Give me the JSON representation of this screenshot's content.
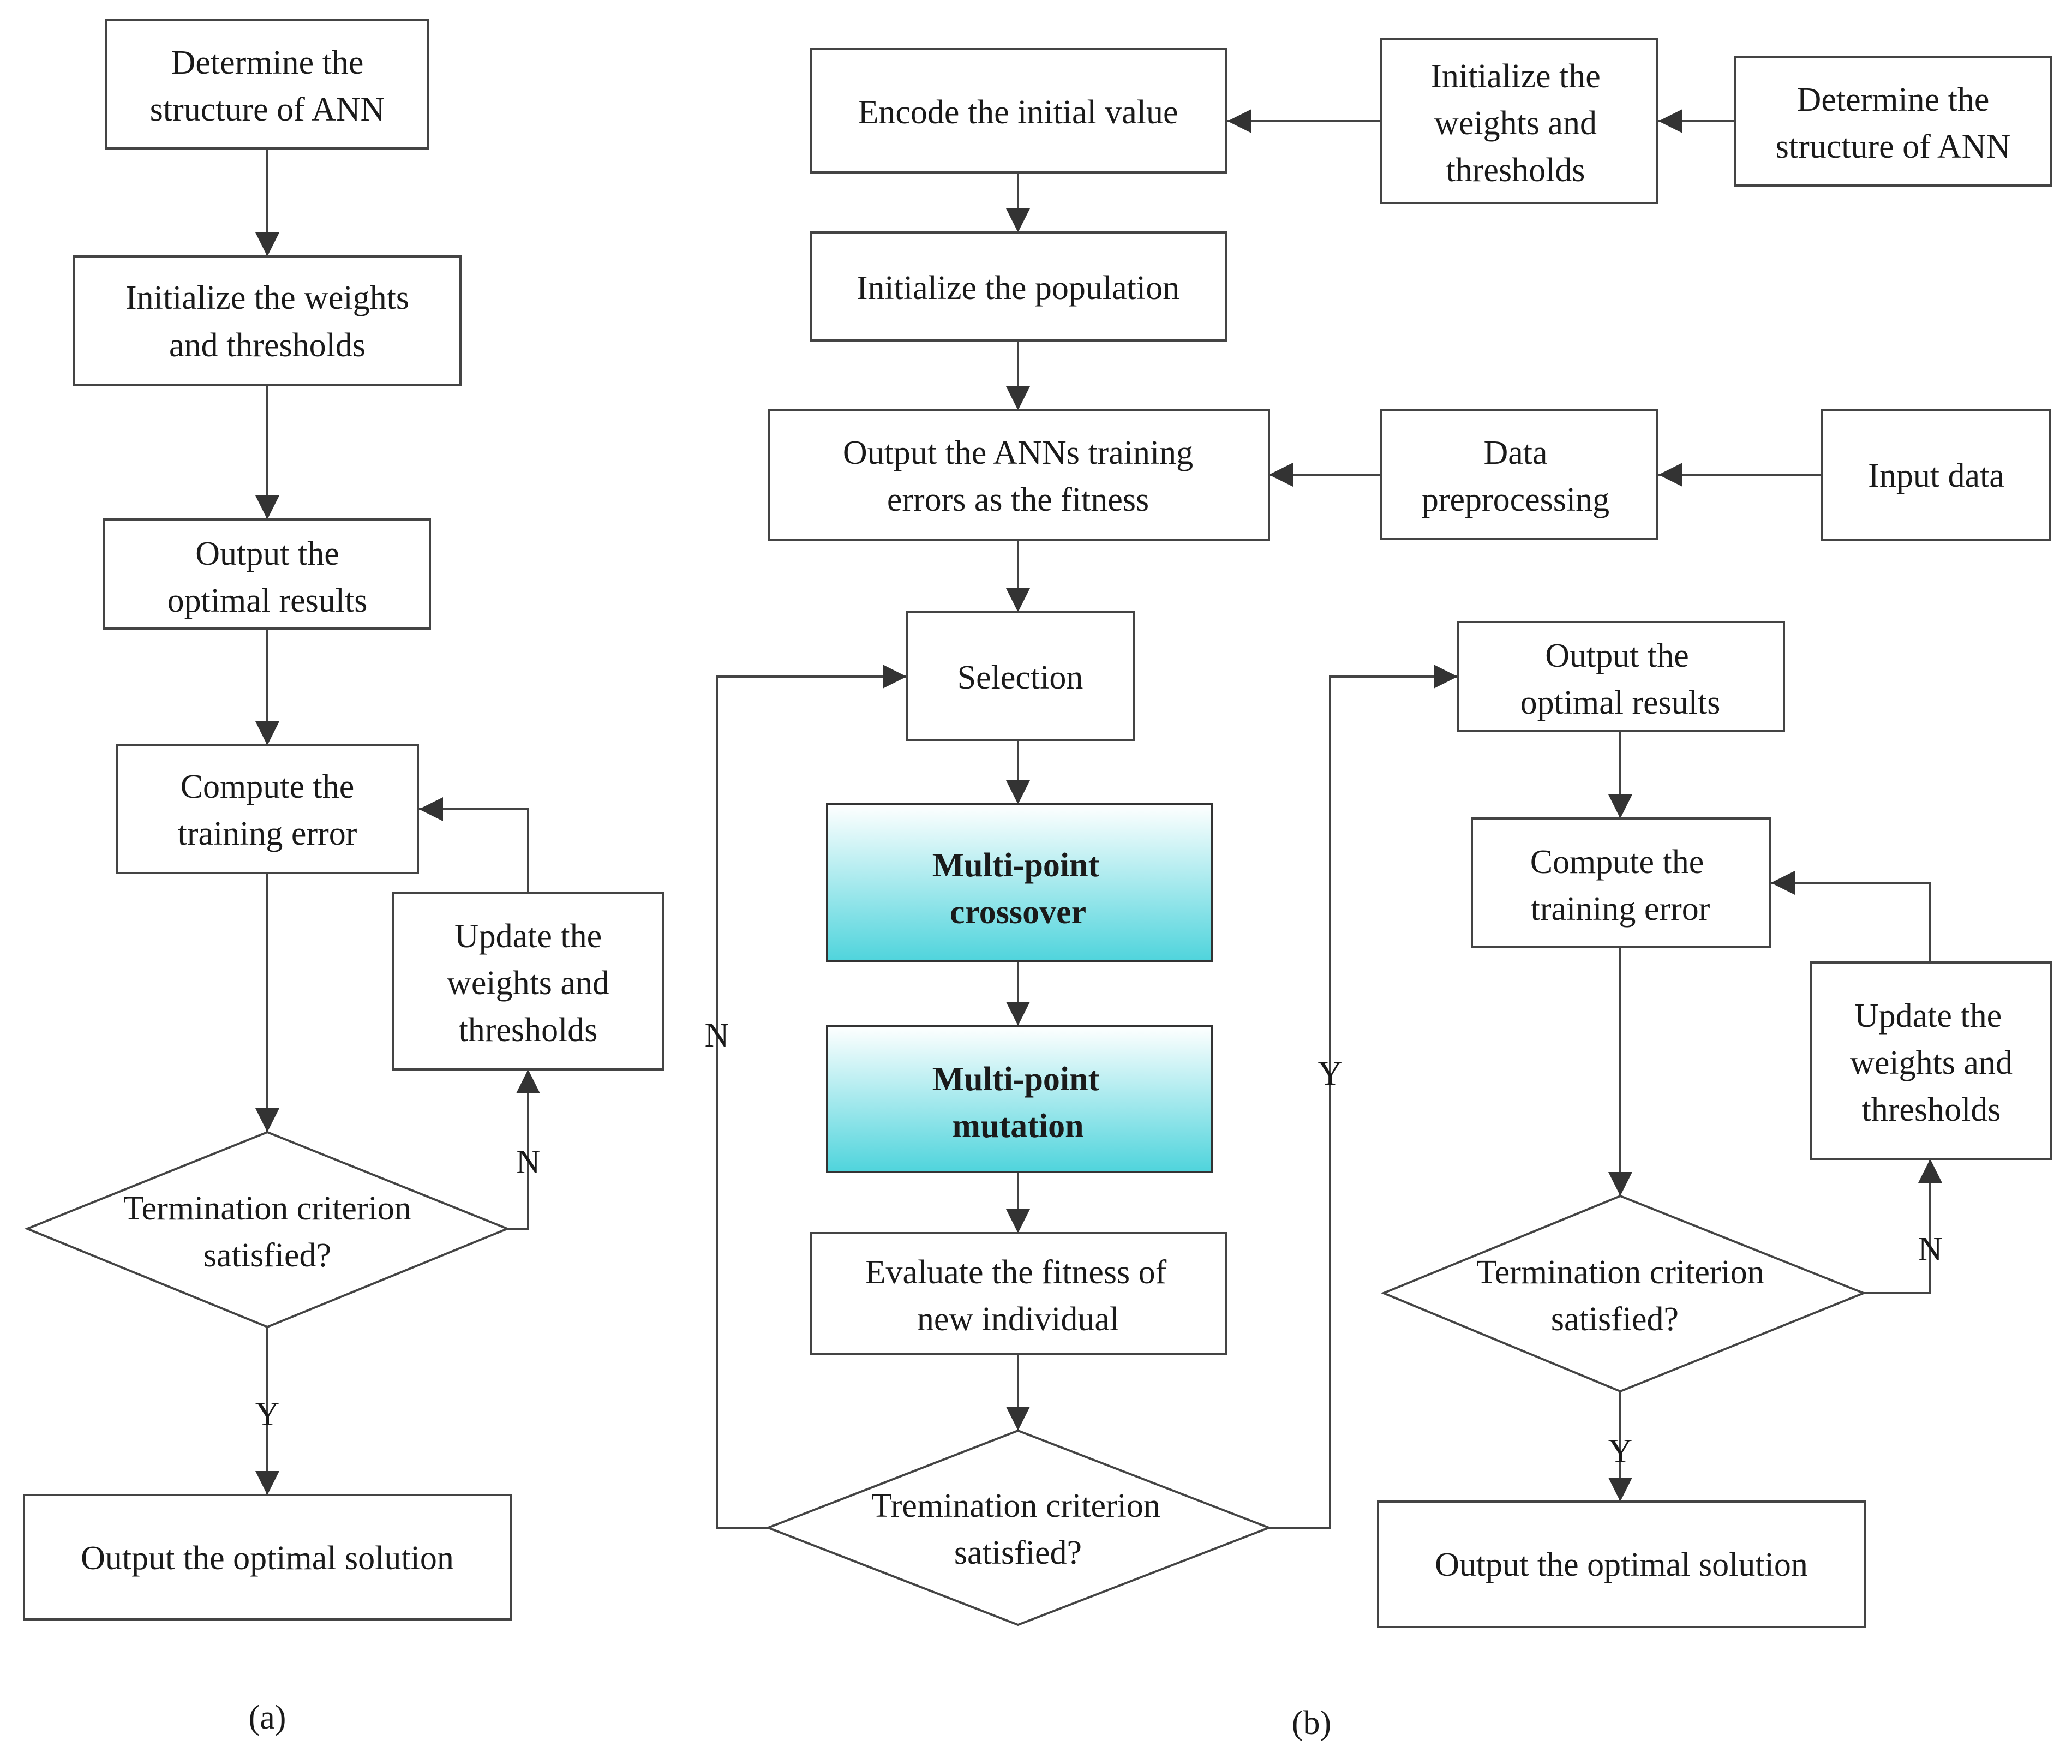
{
  "colors": {
    "highlight_top": "#ffffff",
    "highlight_bottom": "#4fd4dc",
    "stroke": "#444444"
  },
  "panel_a": {
    "caption": "(a)",
    "determine_structure": [
      "Determine the",
      "structure of ANN"
    ],
    "init_weights": [
      "Initialize the weights",
      "and thresholds"
    ],
    "output_optimal_results": [
      "Output the",
      "optimal results"
    ],
    "compute_error": [
      "Compute the",
      "training error"
    ],
    "update_weights": [
      "Update the",
      "weights and",
      "thresholds"
    ],
    "termination": [
      "Termination criterion",
      "satisfied?"
    ],
    "output_solution": [
      "Output the optimal solution"
    ],
    "label_no": "N",
    "label_yes": "Y"
  },
  "panel_b": {
    "caption": "(b)",
    "encode": [
      "Encode the initial value"
    ],
    "init_weights": [
      "Initialize the",
      "weights and",
      "thresholds"
    ],
    "determine_structure": [
      "Determine the",
      "structure of ANN"
    ],
    "init_population": [
      "Initialize the population"
    ],
    "output_fitness": [
      "Output the ANNs training",
      "errors as the fitness"
    ],
    "data_preprocessing": [
      "Data",
      "preprocessing"
    ],
    "input_data": [
      "Input data"
    ],
    "selection": [
      "Selection"
    ],
    "crossover": [
      "Multi-point",
      "crossover"
    ],
    "mutation": [
      "Multi-point",
      "mutation"
    ],
    "evaluate": [
      "Evaluate the fitness of",
      "new individual"
    ],
    "tremination": [
      "Tremination criterion",
      "satisfied?"
    ],
    "label_no": "N",
    "label_yes": "Y",
    "output_optimal_results": [
      "Output the",
      "optimal results"
    ],
    "compute_error": [
      "Compute the",
      "training error"
    ],
    "update_weights": [
      "Update the",
      "weights and",
      "thresholds"
    ],
    "termination": [
      "Termination criterion",
      "satisfied?"
    ],
    "label_no_2": "N",
    "label_yes_2": "Y",
    "output_solution": [
      "Output the optimal solution"
    ]
  }
}
